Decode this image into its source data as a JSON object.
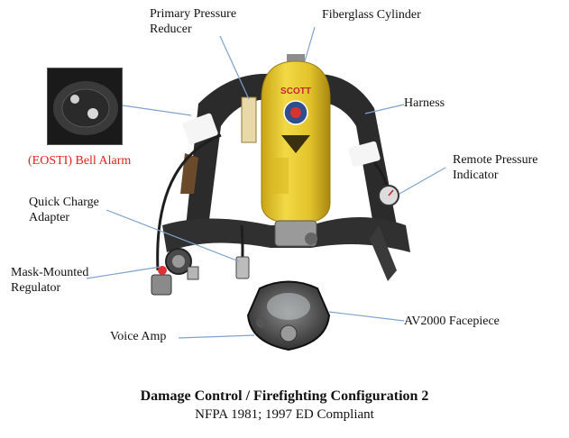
{
  "labels": {
    "primary_pressure_reducer": [
      "Primary Pressure",
      "Reducer"
    ],
    "fiberglass_cylinder": "Fiberglass Cylinder",
    "harness": "Harness",
    "remote_pressure_indicator": [
      "Remote Pressure",
      "Indicator"
    ],
    "bell_alarm": "(EOSTI) Bell Alarm",
    "quick_charge_adapter": [
      "Quick Charge",
      "Adapter"
    ],
    "mask_mounted_regulator": [
      "Mask-Mounted",
      "Regulator"
    ],
    "voice_amp": "Voice Amp",
    "facepiece": "AV2000 Facepiece"
  },
  "caption": {
    "title": "Damage Control / Firefighting Configuration 2",
    "subtitle": "NFPA 1981; 1997 ED Compliant"
  },
  "colors": {
    "cylinder": "#e8c72a",
    "harness": "#2b2b2b",
    "leader_line": "#7fa3cc",
    "alarm_label": "#e0201b"
  }
}
